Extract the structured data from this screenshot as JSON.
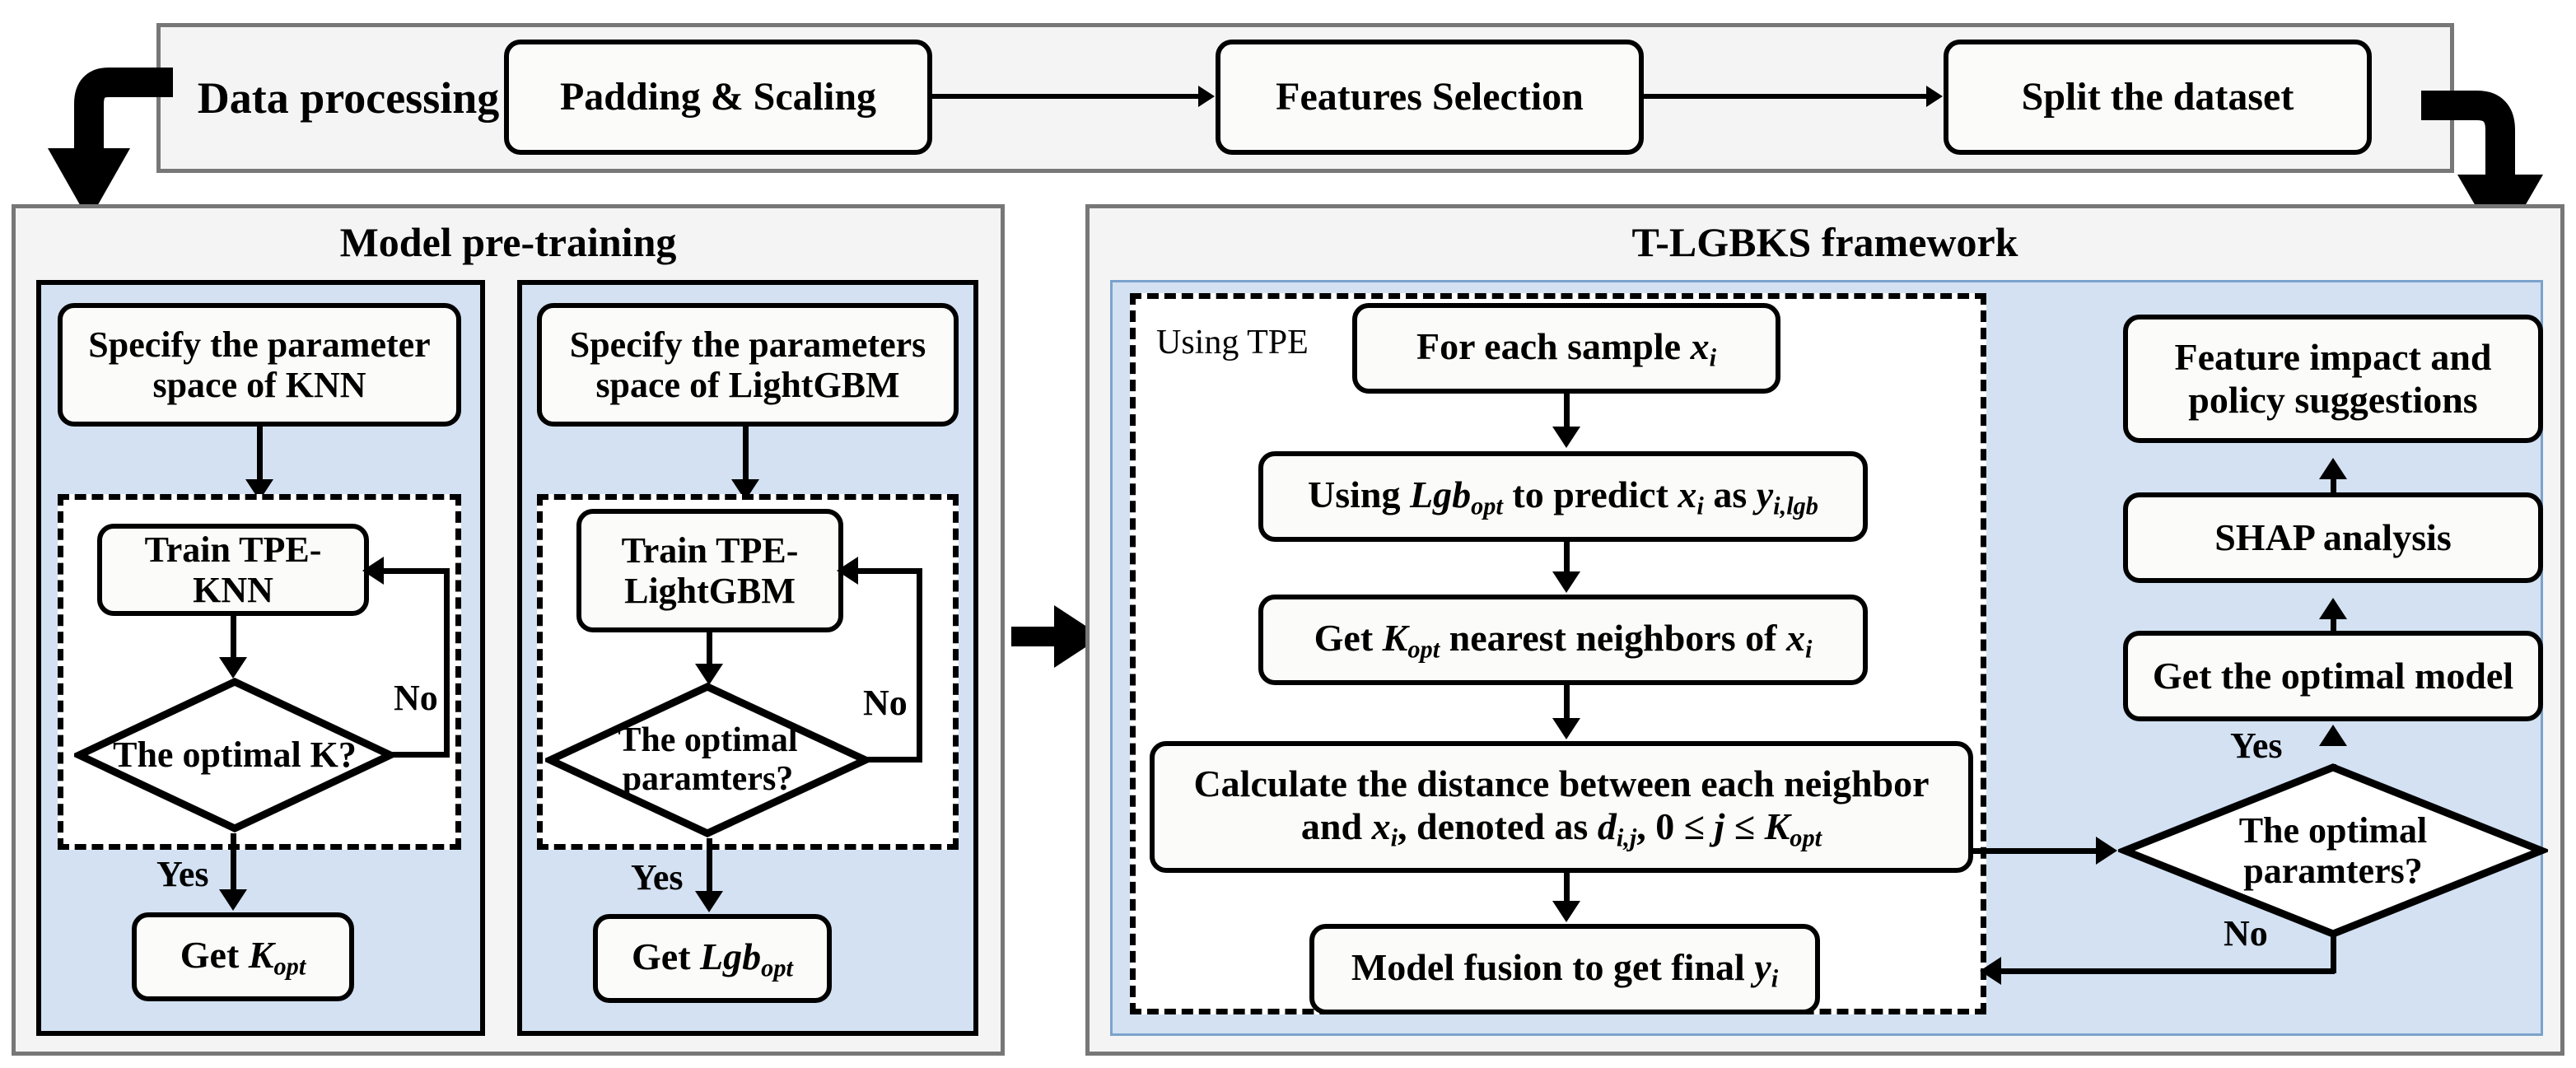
{
  "diagram": {
    "title_semantics": "T-LGBKS model workflow flowchart",
    "accent_blue": "#d3e1f2",
    "panel_bg": "#f4f4f4",
    "panel_border": "#777777",
    "node_bg": "#fbfbf9",
    "line_color": "#000000"
  },
  "data_processing": {
    "title": "Data processing",
    "steps": [
      {
        "label": "Padding  & Scaling"
      },
      {
        "label": "Features Selection"
      },
      {
        "label": "Split the dataset"
      }
    ]
  },
  "pretraining": {
    "title": "Model pre-training",
    "knn": {
      "specify": "Specify the parameter space of KNN",
      "train": "Train TPE-KNN",
      "decision": "The optimal K?",
      "no_label": "No",
      "yes_label": "Yes",
      "result_prefix": "Get ",
      "result_symbol": "K",
      "result_sub": "opt"
    },
    "lgbm": {
      "specify": "Specify the parameters space of LightGBM",
      "train": "Train TPE-LightGBM",
      "decision": "The optimal paramters?",
      "no_label": "No",
      "yes_label": "Yes",
      "result_prefix": "Get ",
      "result_symbol": "Lgb",
      "result_sub": "opt"
    }
  },
  "framework": {
    "title": "T-LGBKS framework",
    "tpe_note": "Using TPE",
    "steps": {
      "for_each_sample": {
        "prefix": "For each sample ",
        "symbol": "x",
        "sub": "i"
      },
      "predict": {
        "p1": "Using ",
        "s1": "Lgb",
        "sub1": "opt",
        "p2": " to predict ",
        "s2": "x",
        "sub2": "i",
        "p3": " as ",
        "s3": "y",
        "sub3": "i,lgb"
      },
      "neighbors": {
        "p1": "Get  ",
        "s1": "K",
        "sub1": "opt",
        "p2": " nearest neighbors of ",
        "s2": "x",
        "sub2": "i"
      },
      "distance_line1": "Calculate the distance between each neighbor",
      "distance_line2": {
        "p1": "and ",
        "s1": "x",
        "sub1": "i",
        "p2": ", denoted as ",
        "s2": "d",
        "sub2": "i,j",
        "p3": ", 0 ≤ ",
        "s3": "j",
        "p4": " ≤ ",
        "s4": "K",
        "sub4": "opt"
      },
      "fusion": {
        "prefix": "Model fusion to get final ",
        "symbol": "y",
        "sub": "i"
      }
    },
    "right_column": {
      "feature_impact_line1": "Feature impact and",
      "feature_impact_line2": "policy  suggestions",
      "shap": "SHAP analysis",
      "optimal_model": "Get the optimal model",
      "decision_line1": "The optimal",
      "decision_line2": "paramters?",
      "yes_label": "Yes",
      "no_label": "No"
    }
  }
}
